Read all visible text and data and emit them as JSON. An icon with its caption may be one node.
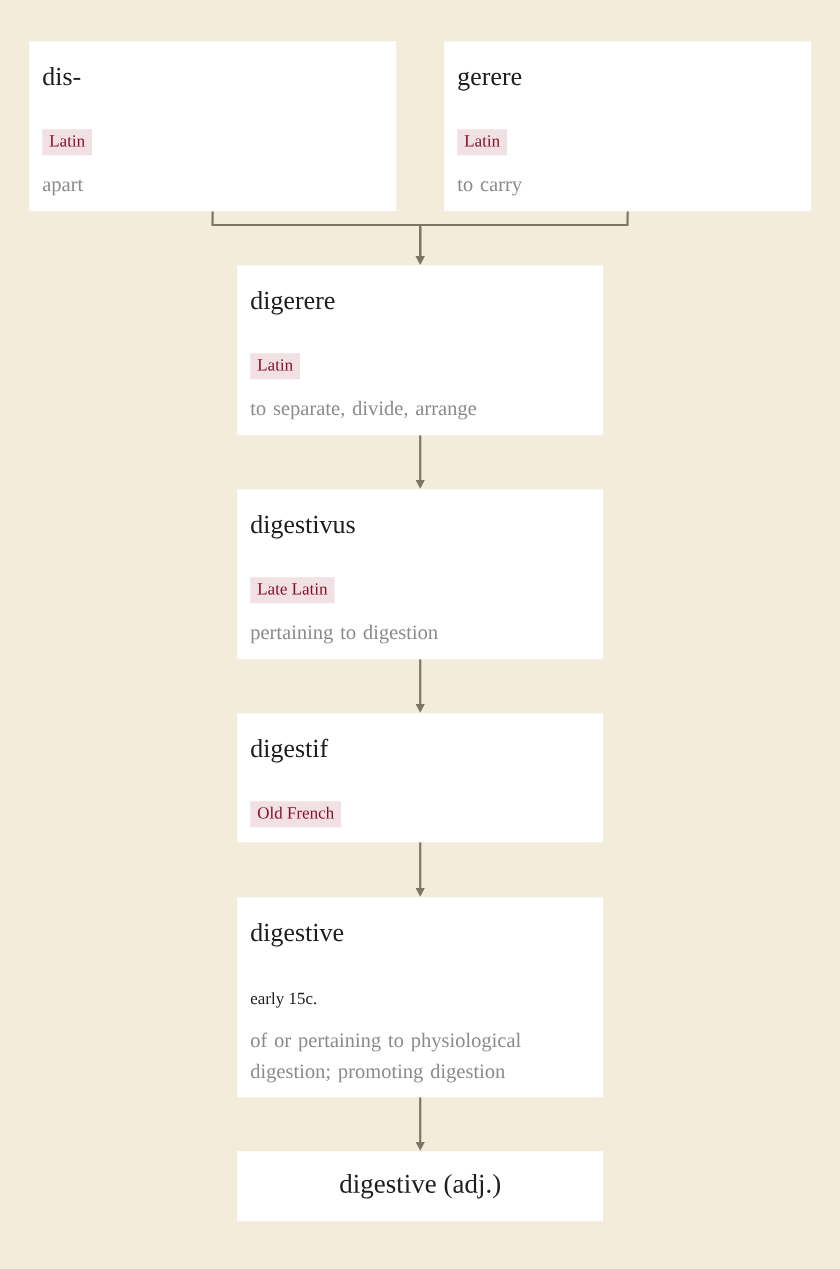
{
  "diagram": {
    "nodes": [
      {
        "text": [
          "dis-",
          "apart"
        ]
      },
      {
        "text": [
          "Latin"
        ],
        "in": 0
      },
      {
        "text": [
          "gerere",
          "to carry"
        ]
      },
      {
        "text": [
          "Latin"
        ],
        "in": 2
      },
      {
        "text": [
          "digerere",
          "to separate, divide, arrange"
        ]
      },
      {
        "text": [
          "Latin"
        ],
        "in": 4
      },
      {
        "text": [
          "digestivus",
          "pertaining to digestion"
        ]
      },
      {
        "text": [
          "Late Latin"
        ],
        "in": 6
      },
      {
        "text": [
          "digestif"
        ]
      },
      {
        "text": [
          "Old French"
        ],
        "in": 8
      },
      {
        "text": [
          "digestive",
          "early 15c.",
          "of or pertaining to physiological digestion; promoting digestion"
        ]
      },
      {
        "text": [
          "digestive (adj.)"
        ]
      }
    ],
    "edges": [
      {
        "from": 0,
        "to": 4,
        "arrow": "to"
      },
      {
        "from": 2,
        "to": 4,
        "arrow": "to"
      },
      {
        "from": 4,
        "to": 6,
        "arrow": "to"
      },
      {
        "from": 6,
        "to": 8,
        "arrow": "to"
      },
      {
        "from": 8,
        "to": 10,
        "arrow": "to"
      },
      {
        "from": 10,
        "to": 11,
        "arrow": "to"
      }
    ]
  }
}
